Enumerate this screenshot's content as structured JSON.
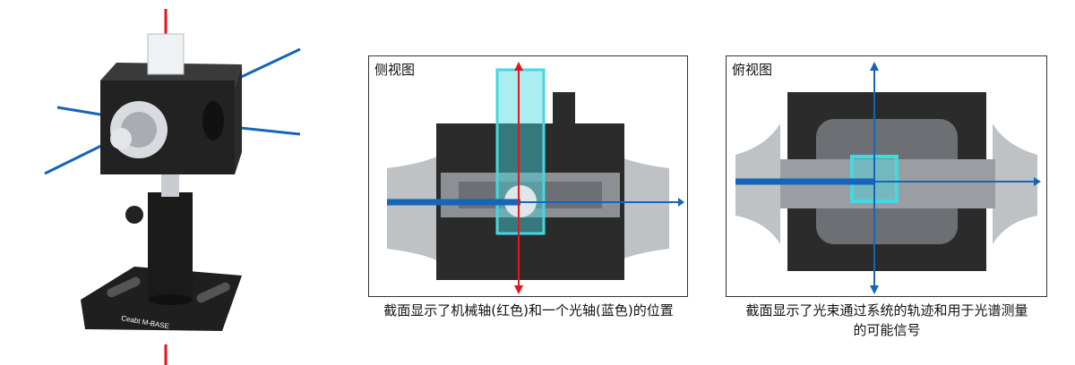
{
  "product_photo": {
    "logo_text": "Ceabt M-BASE"
  },
  "side_view": {
    "title": "侧视图",
    "caption": "截面显示了机械轴(红色)和一个光轴(蓝色)的位置"
  },
  "top_view": {
    "title": "俯视图",
    "caption_line1": "截面显示了光束通过系统的轨迹和用于光谱测量",
    "caption_line2": "的可能信号"
  },
  "colors": {
    "mechanical_axis": "#e8141b",
    "optical_axis": "#1565b8",
    "cuvette": "#45d8e0"
  }
}
